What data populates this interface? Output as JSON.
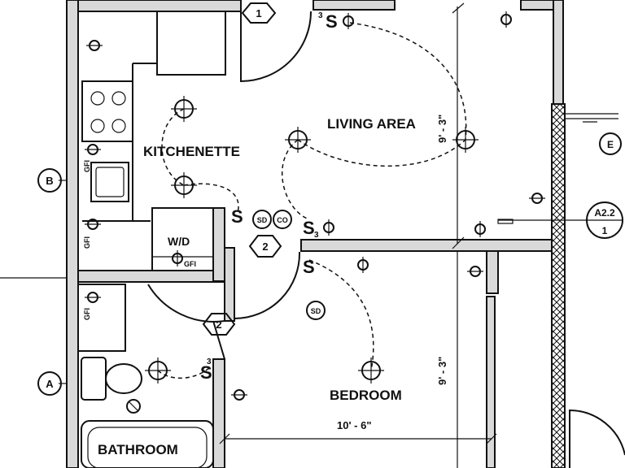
{
  "rooms": {
    "living": "LIVING AREA",
    "kitchen": "KITCHENETTE",
    "bedroom": "BEDROOM",
    "bathroom": "BATHROOM",
    "wd": "W/D"
  },
  "dimensions": {
    "living_height": "9' - 3\"",
    "bedroom_height": "9' - 3\"",
    "bedroom_width": "10' - 6\""
  },
  "tags": {
    "door_1": "1",
    "door_2a": "2",
    "door_2b": "2",
    "grid_b": "B",
    "grid_a": "A",
    "grid_e": "E",
    "section_ref_top": "A2.2",
    "section_ref_bottom": "1"
  },
  "devices": {
    "sd_kitchen": "SD",
    "co_kitchen": "CO",
    "sd_bedroom": "SD",
    "gfi_1": "GFI",
    "gfi_2": "GFI",
    "gfi_3": "GFI",
    "gfi_4": "GFI",
    "switch_3a": "3",
    "switch_3b": "3",
    "switch_3c": "3"
  }
}
